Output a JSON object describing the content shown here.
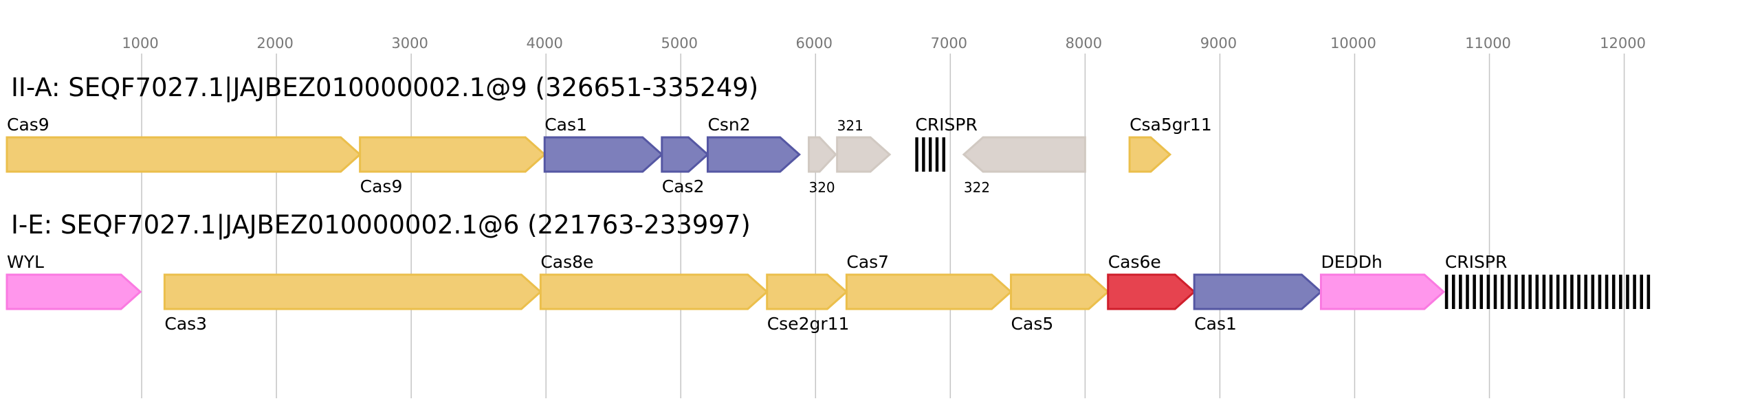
{
  "colors": {
    "yellow": {
      "fill": "#f2cd74",
      "stroke": "#ebbf4c"
    },
    "blue": {
      "fill": "#7d7fbb",
      "stroke": "#5557a3"
    },
    "gray": {
      "fill": "#dbd3ce",
      "stroke": "#d1c9c2"
    },
    "pink": {
      "fill": "#ff96ec",
      "stroke": "#fa7ae1"
    },
    "red": {
      "fill": "#e6434f",
      "stroke": "#cf1f2c"
    },
    "grid": "#c4c4c4",
    "crispr": "#000000"
  },
  "axis": {
    "min": 0,
    "max": 12650,
    "ticks": [
      1000,
      2000,
      3000,
      4000,
      5000,
      6000,
      7000,
      8000,
      9000,
      10000,
      11000,
      12000
    ],
    "tick_labels": [
      "1000",
      "2000",
      "3000",
      "4000",
      "5000",
      "6000",
      "7000",
      "8000",
      "9000",
      "10000",
      "11000",
      "12000"
    ]
  },
  "loci": [
    {
      "title": "II-A: SEQF7027.1|JAJBEZ010000002.1@9 (326651-335249)",
      "genes": [
        {
          "name": "Cas9",
          "start": 0,
          "end": 2620,
          "strand": "+",
          "color": "yellow",
          "label_pos": "above",
          "label_size": "normal"
        },
        {
          "name": "Cas9",
          "start": 2620,
          "end": 3990,
          "strand": "+",
          "color": "yellow",
          "label_pos": "below",
          "label_size": "normal"
        },
        {
          "name": "Cas1",
          "start": 3990,
          "end": 4860,
          "strand": "+",
          "color": "blue",
          "label_pos": "above",
          "label_size": "normal"
        },
        {
          "name": "Cas2",
          "start": 4860,
          "end": 5200,
          "strand": "+",
          "color": "blue",
          "label_pos": "below",
          "label_size": "normal"
        },
        {
          "name": "Csn2",
          "start": 5200,
          "end": 5880,
          "strand": "+",
          "color": "blue",
          "label_pos": "above",
          "label_size": "normal"
        },
        {
          "name": "320",
          "start": 5950,
          "end": 6150,
          "strand": "+",
          "color": "gray",
          "label_pos": "below",
          "label_size": "small"
        },
        {
          "name": "321",
          "start": 6160,
          "end": 6550,
          "strand": "+",
          "color": "gray",
          "label_pos": "above",
          "label_size": "small"
        },
        {
          "name": "322",
          "start": 7100,
          "end": 8000,
          "strand": "-",
          "color": "gray",
          "label_pos": "below",
          "label_size": "small"
        },
        {
          "name": "Csa5gr11",
          "start": 8330,
          "end": 8630,
          "strand": "+",
          "color": "yellow",
          "label_pos": "above",
          "label_size": "normal"
        }
      ],
      "crispr": [
        {
          "name": "CRISPR",
          "start": 6740,
          "end": 6990,
          "count": 5
        }
      ]
    },
    {
      "title": "I-E: SEQF7027.1|JAJBEZ010000002.1@6 (221763-233997)",
      "genes": [
        {
          "name": "WYL",
          "start": 0,
          "end": 990,
          "strand": "+",
          "color": "pink",
          "label_pos": "above",
          "label_size": "normal"
        },
        {
          "name": "Cas3",
          "start": 1170,
          "end": 3960,
          "strand": "+",
          "color": "yellow",
          "label_pos": "below",
          "label_size": "normal"
        },
        {
          "name": "Cas8e",
          "start": 3960,
          "end": 5640,
          "strand": "+",
          "color": "yellow",
          "label_pos": "above",
          "label_size": "normal"
        },
        {
          "name": "Cse2gr11",
          "start": 5640,
          "end": 6230,
          "strand": "+",
          "color": "yellow",
          "label_pos": "below",
          "label_size": "normal"
        },
        {
          "name": "Cas7",
          "start": 6230,
          "end": 7450,
          "strand": "+",
          "color": "yellow",
          "label_pos": "above",
          "label_size": "normal"
        },
        {
          "name": "Cas5",
          "start": 7450,
          "end": 8170,
          "strand": "+",
          "color": "yellow",
          "label_pos": "below",
          "label_size": "normal"
        },
        {
          "name": "Cas6e",
          "start": 8170,
          "end": 8810,
          "strand": "+",
          "color": "red",
          "label_pos": "above",
          "label_size": "normal"
        },
        {
          "name": "Cas1",
          "start": 8810,
          "end": 9750,
          "strand": "+",
          "color": "blue",
          "label_pos": "below",
          "label_size": "normal"
        },
        {
          "name": "DEDDh",
          "start": 9750,
          "end": 10660,
          "strand": "+",
          "color": "pink",
          "label_pos": "above",
          "label_size": "normal"
        }
      ],
      "crispr": [
        {
          "name": "CRISPR",
          "start": 10670,
          "end": 12220,
          "count": 30
        }
      ]
    }
  ]
}
